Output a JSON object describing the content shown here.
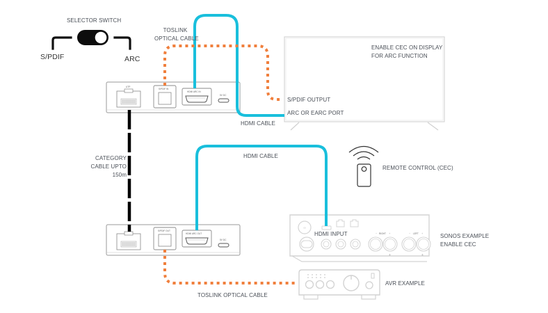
{
  "selector": {
    "title": "SELECTOR SWITCH",
    "left_option": "S/PDIF",
    "right_option": "ARC",
    "state": "ARC"
  },
  "cables": {
    "toslink_top": [
      "TOSLINK",
      "OPTICAL CABLE"
    ],
    "hdmi_top": "HDMI CABLE",
    "hdmi_middle": "HDMI CABLE",
    "category": [
      "CATEGORY",
      "CABLE UPTO",
      "150m"
    ],
    "toslink_bottom": "TOSLINK OPTICAL CABLE"
  },
  "display": {
    "note": [
      "ENABLE CEC ON DISPLAY",
      "FOR ARC FUNCTION"
    ],
    "spdif_output": "S/PDIF OUTPUT",
    "arc_port": "ARC OR EARC PORT"
  },
  "transmitter": {
    "ports": [
      "UTP",
      "S/PDIF IN",
      "HDMI ARC IN",
      "5V DC"
    ]
  },
  "receiver": {
    "ports": [
      "UTP",
      "S/PDIF OUT",
      "HDMI ARC OUT",
      "5V DC"
    ]
  },
  "remote": {
    "label": "REMOTE CONTROL (CEC)",
    "icon": "remote-control-icon"
  },
  "soundbar": {
    "hdmi_input": "HDMI INPUT",
    "label": [
      "SONOS EXAMPLE",
      "ENABLE CEC"
    ],
    "terminals": [
      "RIGHT",
      "LEFT"
    ]
  },
  "avr": {
    "label": "AVR EXAMPLE"
  },
  "colors": {
    "hdmi": "#19bfdc",
    "optical": "#f07f3c",
    "category": "#000000",
    "device_outline": "#cfcfcf"
  }
}
